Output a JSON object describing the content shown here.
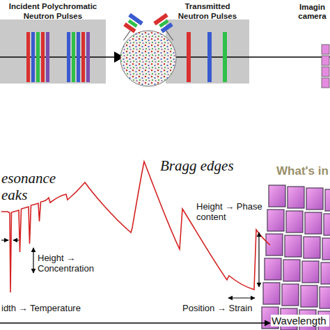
{
  "diagram": {
    "nodes": [
      {
        "text": [
          "Incident Polychromatic Neutron Pulses"
        ]
      },
      {
        "text": [
          "Transmitted Neutron Pulses"
        ]
      }
    ],
    "labels": [
      "Imagin camera",
      "esonance eaks",
      "Bragg edges",
      "Height → Concentration",
      "idth → Temperature",
      "Height → Phase content",
      "Position → Strain",
      "What's in",
      "Wavelength"
    ]
  }
}
